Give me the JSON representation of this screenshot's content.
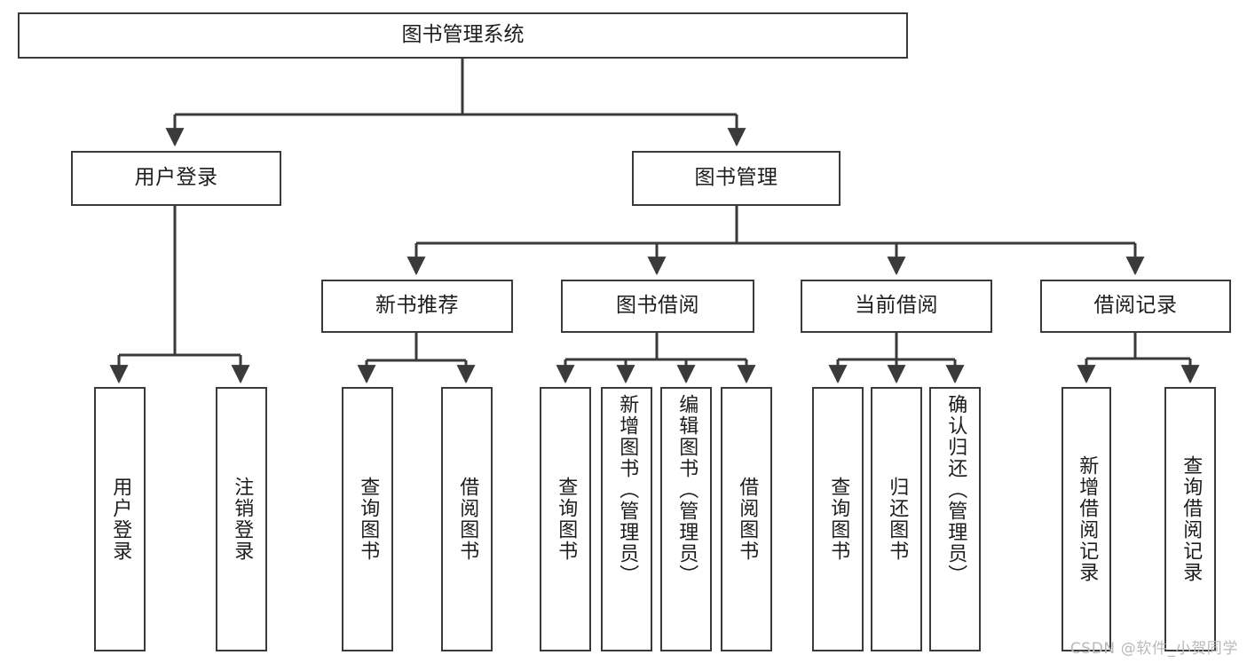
{
  "diagram": {
    "title": "图书管理系统",
    "type": "tree",
    "watermark": "CSDN @软件_小贺同学",
    "colors": {
      "box_border": "#3a3a3a",
      "box_fill": "#ffffff",
      "connector": "#3a3a3a",
      "text": "#1d1d1d",
      "watermark": "#b9b9b9"
    },
    "root": {
      "label": "图书管理系统"
    },
    "level1": [
      {
        "label": "用户登录"
      },
      {
        "label": "图书管理"
      }
    ],
    "level2": [
      {
        "label": "新书推荐"
      },
      {
        "label": "图书借阅"
      },
      {
        "label": "当前借阅"
      },
      {
        "label": "借阅记录"
      }
    ],
    "leaves": {
      "user_login": [
        {
          "label": "用户登录"
        },
        {
          "label": "注销登录"
        }
      ],
      "new_book_recommend": [
        {
          "label": "查询图书"
        },
        {
          "label": "借阅图书"
        }
      ],
      "book_borrow": [
        {
          "label": "查询图书"
        },
        {
          "label": "新增图书（管理员）"
        },
        {
          "label": "编辑图书（管理员）"
        },
        {
          "label": "借阅图书"
        }
      ],
      "current_borrow": [
        {
          "label": "查询图书"
        },
        {
          "label": "归还图书"
        },
        {
          "label": "确认归还（管理员）"
        }
      ],
      "borrow_record": [
        {
          "label": "新增借阅记录"
        },
        {
          "label": "查询借阅记录"
        }
      ]
    }
  }
}
